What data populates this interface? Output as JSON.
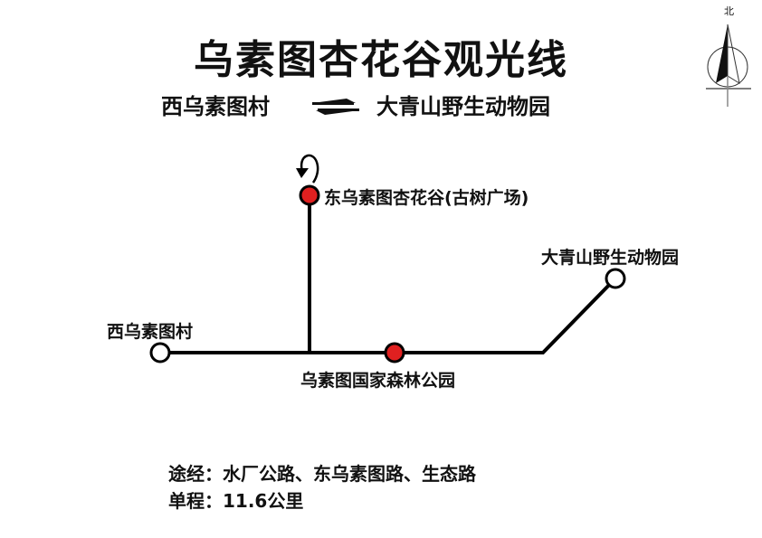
{
  "title": "乌素图杏花谷观光线",
  "subtitle": {
    "from": "西乌素图村",
    "to": "大青山野生动物园",
    "direction_icon": "bidirectional-arrows-icon"
  },
  "compass": {
    "label": "北",
    "icon": "north-arrow-icon"
  },
  "stops": [
    {
      "name": "东乌素图杏花谷(古树广场)",
      "type": "major",
      "color": "#e02020",
      "note": "turnaround"
    },
    {
      "name": "大青山野生动物园",
      "type": "terminal",
      "color": "#ffffff"
    },
    {
      "name": "西乌素图村",
      "type": "terminal",
      "color": "#ffffff"
    },
    {
      "name": "乌素图国家森林公园",
      "type": "major",
      "color": "#e02020"
    }
  ],
  "info": {
    "via": "途经：水厂公路、东乌素图路、生态路",
    "distance": "单程：11.6公里"
  },
  "colors": {
    "line": "#000000",
    "major_stop": "#e02020",
    "terminal_stop": "#ffffff"
  }
}
